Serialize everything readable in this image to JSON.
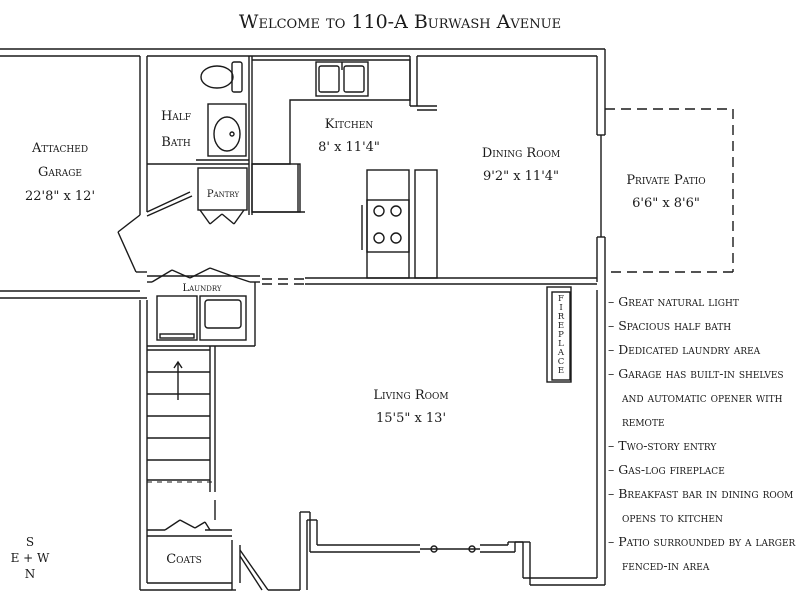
{
  "title": "Welcome to 110-A Burwash Avenue",
  "rooms": {
    "garage": {
      "name_line1": "Attached",
      "name_line2": "Garage",
      "size": "22'8\" x 12'"
    },
    "half_bath": {
      "name_line1": "Half",
      "name_line2": "Bath"
    },
    "pantry": {
      "name": "Pantry"
    },
    "kitchen": {
      "name": "Kitchen",
      "size": "8' x 11'4\""
    },
    "dining_room": {
      "name": "Dining Room",
      "size": "9'2\" x 11'4\""
    },
    "private_patio": {
      "name": "Private Patio",
      "size": "6'6\" x 8'6\""
    },
    "laundry": {
      "name": "Laundry"
    },
    "living_room": {
      "name": "Living Room",
      "size": "15'5\" x 13'"
    },
    "coats": {
      "name": "Coats"
    },
    "fireplace": {
      "letters": [
        "F",
        "I",
        "R",
        "E",
        "P",
        "L",
        "A",
        "C",
        "E"
      ]
    }
  },
  "features": [
    "Great natural light",
    "Spacious half bath",
    "Dedicated laundry area",
    "Garage has built-in shelves and automatic opener with remote",
    "Two-story entry",
    "Gas-log fireplace",
    "Breakfast bar in dining room opens to kitchen",
    "Patio surrounded by a larger fenced-in area"
  ],
  "compass": {
    "north": "N",
    "south": "S",
    "east_west": "E + W"
  },
  "colors": {
    "line": "#1a1a1a",
    "fixture_fill": "#ffffff"
  }
}
